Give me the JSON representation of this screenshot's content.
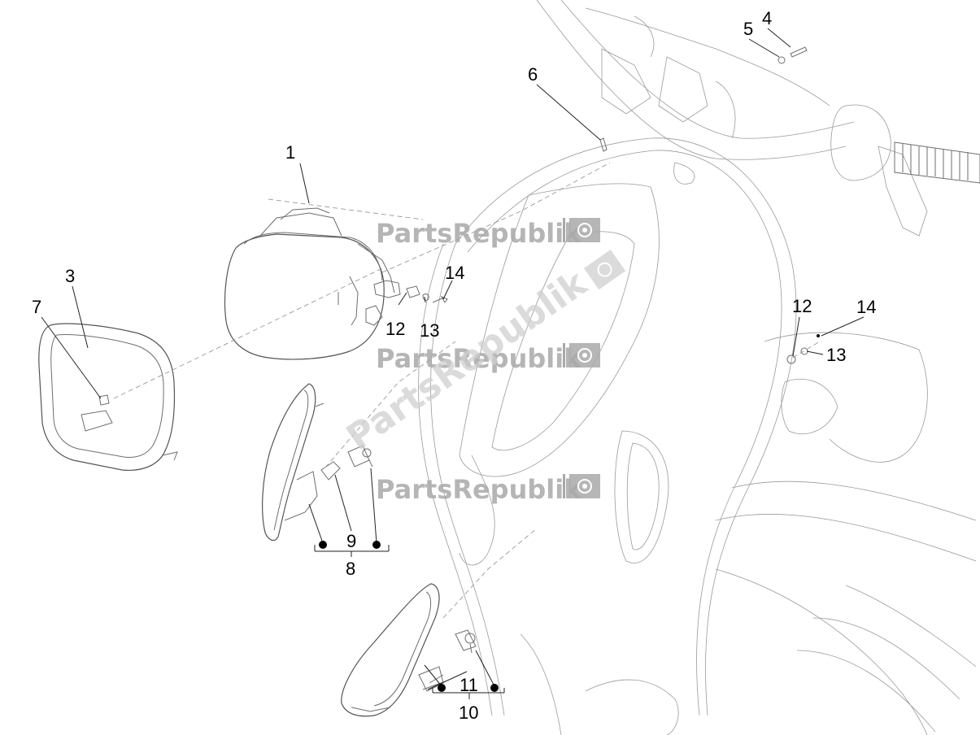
{
  "watermark": {
    "text": "PartsRepublik"
  },
  "callouts": {
    "c1": "1",
    "c3": "3",
    "c4": "4",
    "c5": "5",
    "c6": "6",
    "c7": "7",
    "c8": "8",
    "c9": "9",
    "c10": "10",
    "c11": "11",
    "c12a": "12",
    "c12b": "12",
    "c13a": "13",
    "c13b": "13",
    "c14a": "14",
    "c14b": "14"
  },
  "icons": [
    "gear-flag-logo"
  ]
}
